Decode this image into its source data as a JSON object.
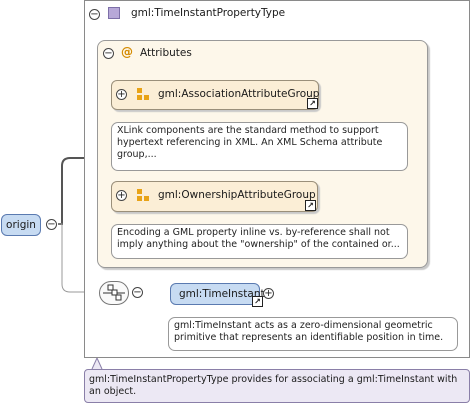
{
  "complex_type": {
    "title": "gml:TimeInstantPropertyType",
    "documentation": "gml:TimeInstantPropertyType provides for associating a gml:TimeInstant with an object."
  },
  "attributes": {
    "label": "Attributes",
    "icon": "@",
    "groups": [
      {
        "name": "gml:AssociationAttributeGroup",
        "documentation": "XLink components are the standard method to support hypertext referencing in XML. An XML Schema attribute group,..."
      },
      {
        "name": "gml:OwnershipAttributeGroup",
        "documentation": "Encoding a GML property inline vs. by-reference shall not imply anything about the \"ownership\" of the contained or..."
      }
    ]
  },
  "origin_element": {
    "name": "origin"
  },
  "child_element": {
    "name": "gml:TimeInstant",
    "documentation": "gml:TimeInstant acts as a zero-dimensional geometric primitive that represents an identifiable position in time."
  },
  "icons": {
    "collapse": "minus-circle-icon",
    "expand": "plus-circle-icon",
    "link": "link-arrow-icon",
    "sequence": "sequence-compositor-icon"
  },
  "colors": {
    "element_fill": "#c7dbf2",
    "attributes_fill": "#fdf7ea",
    "group_fill": "#fbeed6",
    "type_icon": "#b7a8d8",
    "type_doc_fill": "#ece8f4"
  }
}
